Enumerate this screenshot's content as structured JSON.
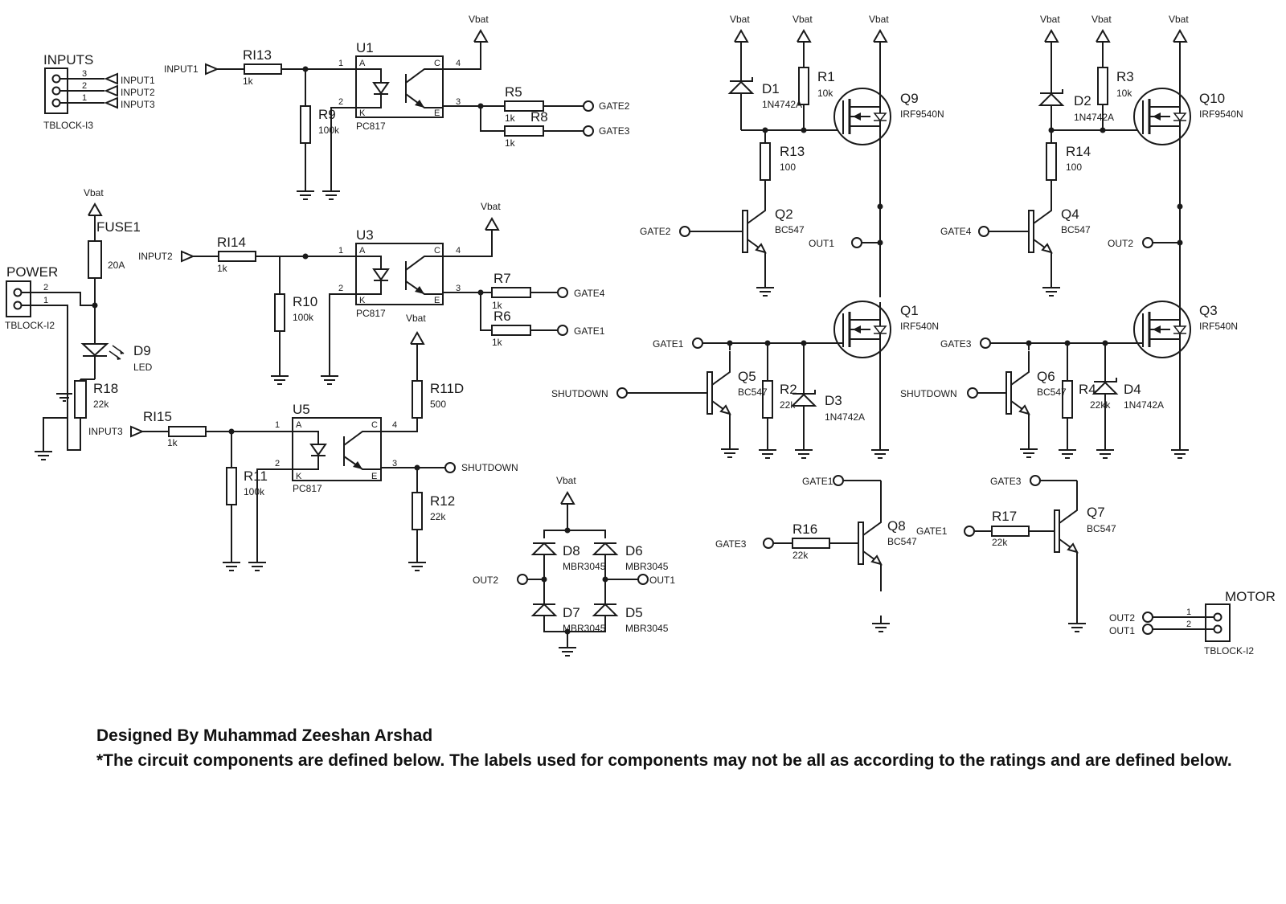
{
  "labels": {
    "vbat": "Vbat",
    "inputs_title": "INPUTS",
    "tblock_i3": "TBLOCK-I3",
    "pin1": "1",
    "pin2": "2",
    "pin3": "3",
    "pin4": "4",
    "input1": "INPUT1",
    "input2": "INPUT2",
    "input3": "INPUT3",
    "power_title": "POWER",
    "tblock_i2": "TBLOCK-I2",
    "fuse1": "FUSE1",
    "fuse1_val": "20A",
    "d9": "D9",
    "led": "LED",
    "r18": "R18",
    "r18_val": "22k",
    "ri13": "RI13",
    "ri14": "RI14",
    "ri15": "RI15",
    "v1k": "1k",
    "r9": "R9",
    "r10": "R10",
    "r11": "R11",
    "v100k": "100k",
    "u1": "U1",
    "u3": "U3",
    "u5": "U5",
    "pc817": "PC817",
    "pin_a": "A",
    "pin_k": "K",
    "pin_c": "C",
    "pin_e": "E",
    "r5": "R5",
    "r8": "R8",
    "r7": "R7",
    "r6": "R6",
    "gate1": "GATE1",
    "gate2": "GATE2",
    "gate3": "GATE3",
    "gate4": "GATE4",
    "r11d": "R11D",
    "r11d_val": "500",
    "shutdown": "SHUTDOWN",
    "r12": "R12",
    "v22k": "22k",
    "d8": "D8",
    "d6": "D6",
    "d7": "D7",
    "d5": "D5",
    "mbr": "MBR3045",
    "out1": "OUT1",
    "out2": "OUT2",
    "d1": "D1",
    "d2": "D2",
    "d3": "D3",
    "d4": "D4",
    "z1n": "1N4742A",
    "r1": "R1",
    "r3": "R3",
    "v10k": "10k",
    "q9": "Q9",
    "q10": "Q10",
    "irf9540": "IRF9540N",
    "r13": "R13",
    "r14": "R14",
    "v100": "100",
    "q2": "Q2",
    "q4": "Q4",
    "q5": "Q5",
    "q6": "Q6",
    "q7": "Q7",
    "q8": "Q8",
    "bc547": "BC547",
    "q1": "Q1",
    "q3": "Q3",
    "irf540": "IRF540N",
    "r2": "R2",
    "r4": "R4",
    "r4_val": "22kk",
    "r16": "R16",
    "r17": "R17",
    "motor": "MOTOR"
  },
  "notes": {
    "designer": "Designed By Muhammad Zeeshan Arshad",
    "line2": "*The circuit components are defined below. The labels used for components may not be all as according to the ratings and are defined below."
  }
}
